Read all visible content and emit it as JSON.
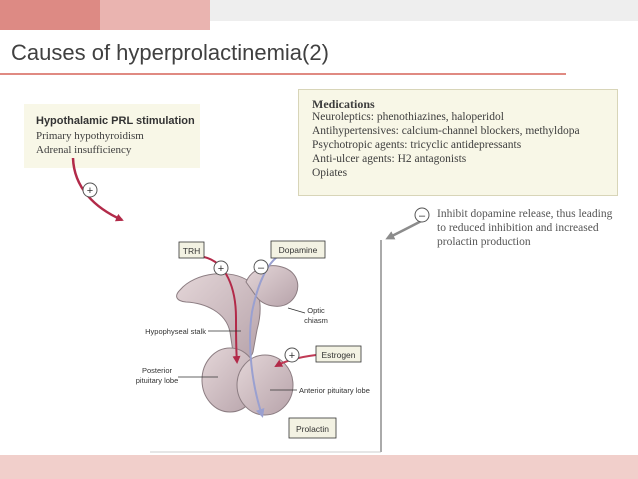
{
  "colors": {
    "accent_dark": "#dd8a84",
    "accent_light": "#eab4b0",
    "top_gray": "#eeeeee",
    "rule": "#e08a82",
    "footer": "#f1cfcb",
    "title_text": "#404040",
    "box_fill": "#f8f7e7",
    "box_border": "#d8d5b8",
    "arrow_red": "#b22a49",
    "arrow_gray": "#8c8c8c",
    "dopamine_green": "#6f9a66",
    "estrogen_red": "#c03a55",
    "pituitary": "#d6c4c8",
    "label_box_fill": "#f3f2e3"
  },
  "slide": {
    "title": "Causes of hyperprolactinemia(2)"
  },
  "hypothalamic": {
    "heading": "Hypothalamic PRL stimulation",
    "items": [
      "Primary hypothyroidism",
      "Adrenal insufficiency"
    ],
    "sign": "+"
  },
  "medications": {
    "heading": "Medications",
    "items": [
      "Neuroleptics: phenothiazines, haloperidol",
      "Antihypertensives: calcium-channel blockers, methyldopa",
      "Psychotropic agents: tricyclic antidepressants",
      "Anti-ulcer agents: H2 antagonists",
      "Opiates"
    ]
  },
  "inhibit": {
    "sign": "–",
    "lines": [
      "Inhibit dopamine release, thus leading",
      "to reduced inhibition and increased",
      "prolactin production"
    ]
  },
  "diagram": {
    "trh": "TRH",
    "dopamine": "Dopamine",
    "estrogen": "Estrogen",
    "prolactin": "Prolactin",
    "plus": "+",
    "minus": "–",
    "optic_chiasm": [
      "Optic",
      "chiasm"
    ],
    "hypophyseal_stalk": "Hypophyseal stalk",
    "posterior_lobe": [
      "Posterior",
      "pituitary lobe"
    ],
    "anterior_lobe": "Anterior pituitary lobe"
  }
}
